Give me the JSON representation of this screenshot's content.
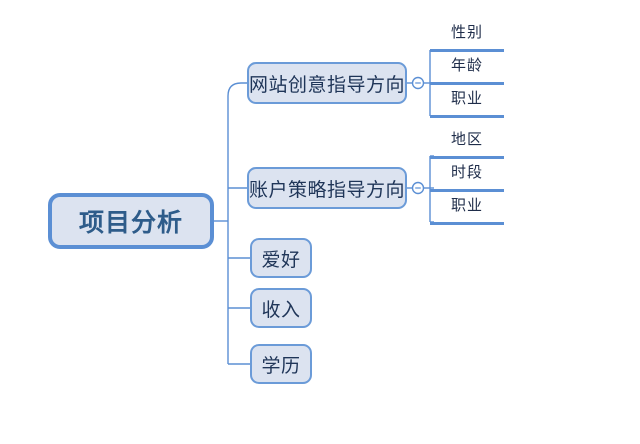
{
  "diagram": {
    "type": "mind-map",
    "background_color": "#ffffff",
    "colors": {
      "node_fill": "#dce3f0",
      "node_border": "#6b9bd8",
      "root_border": "#5b8fd4",
      "root_text": "#2e5c8a",
      "node_text": "#1f3558",
      "leaf_text": "#1f2d4a",
      "connector": "#5b8fd4",
      "leaf_bar": "#5b8fd4"
    },
    "root": {
      "label": "项目分析"
    },
    "branches": [
      {
        "label": "网站创意指导方向",
        "collapse_toggle": "minus",
        "leaves": [
          {
            "label": "性别"
          },
          {
            "label": "年龄"
          },
          {
            "label": "职业"
          }
        ]
      },
      {
        "label": "账户策略指导方向",
        "collapse_toggle": "minus",
        "leaves": [
          {
            "label": "地区"
          },
          {
            "label": "时段"
          },
          {
            "label": "职业"
          }
        ]
      },
      {
        "label": "爱好",
        "leaves": []
      },
      {
        "label": "收入",
        "leaves": []
      },
      {
        "label": "学历",
        "leaves": []
      }
    ]
  }
}
